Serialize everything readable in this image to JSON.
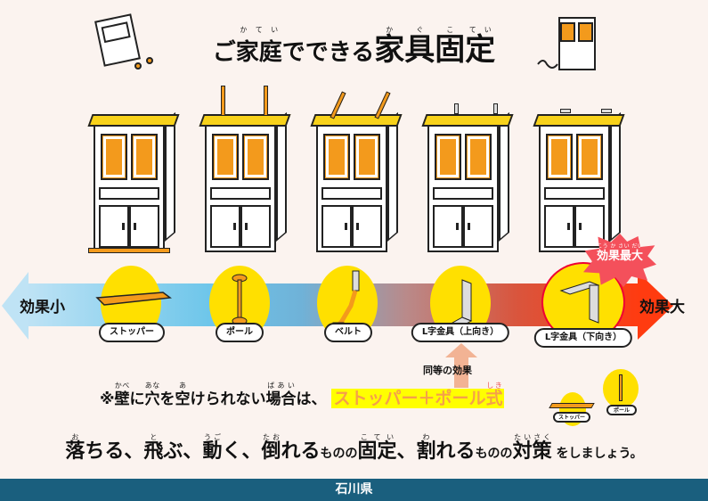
{
  "title": {
    "prefix_1": "ご",
    "kateri_base": "家庭",
    "kateri_ruby": "かてい",
    "prefix_2": "でできる",
    "main": [
      {
        "base": "家",
        "ruby": "か"
      },
      {
        "base": "具",
        "ruby": "ぐ"
      },
      {
        "base": "固",
        "ruby": "こ"
      },
      {
        "base": "定",
        "ruby": "てい"
      }
    ]
  },
  "scale": {
    "low_label": "効果小",
    "high_label": "効果大"
  },
  "methods": [
    {
      "label": "ストッパー"
    },
    {
      "label": "ポール"
    },
    {
      "label": "ベルト"
    },
    {
      "label": "L字金具（上向き）"
    },
    {
      "label": "L字金具（下向き）"
    }
  ],
  "badge": {
    "base": "効果最大",
    "ruby": "こう か さい だい"
  },
  "equivalent_label": "同等の効果",
  "note": {
    "mark": "※",
    "kabe": "壁",
    "kabe_r": "かべ",
    "t1": "に",
    "ana": "穴",
    "ana_r": "あな",
    "t2": "を",
    "aku": "空",
    "aku_r": "あ",
    "t3": "けられない",
    "baai": "場合",
    "baai_r": "ばあい",
    "t4": "は、",
    "highlight": "ストッパー＋ポール",
    "shiki": "式",
    "shiki_r": "しき",
    "mini_labels": [
      "ストッパー",
      "ポール"
    ]
  },
  "bottom": {
    "ochi": "落",
    "ochi_r": "お",
    "t1": "ちる、",
    "tobu": "飛",
    "tobu_r": "と",
    "t2": "ぶ、",
    "ugo": "動",
    "ugo_r": "うご",
    "t3": "く、",
    "tao": "倒",
    "tao_r": "たお",
    "t4": "れる",
    "t5": "ものの",
    "kotei": "固定",
    "kotei_r": "こてい",
    "t6": "、",
    "wa": "割",
    "wa_r": "わ",
    "t7": "れる",
    "t8": "ものの",
    "taisaku": "対策",
    "taisaku_r": "たいさく",
    "t9": " をしましょう。"
  },
  "footer": "石川県",
  "colors": {
    "background": "#fbf3ef",
    "yellow": "#ffe000",
    "orange": "#f39a1c",
    "footer": "#1a5f7e",
    "badge": "#f4505b"
  }
}
